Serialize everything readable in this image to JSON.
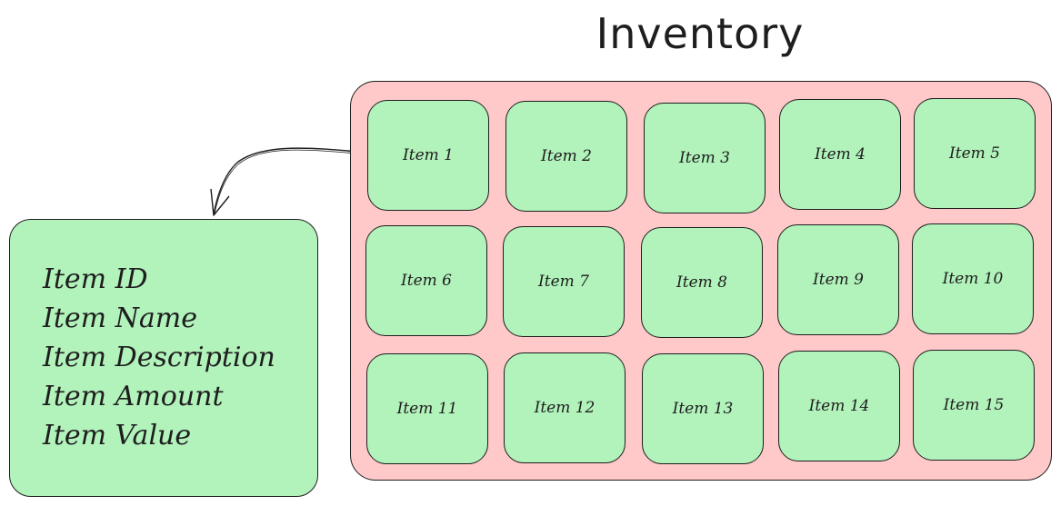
{
  "title": "Inventory",
  "colors": {
    "inventory_background": "#ffc9c9",
    "slot_background": "#b2f2bb",
    "details_background": "#b2f2bb",
    "stroke": "#1e1e1e"
  },
  "inventory": {
    "slots": [
      {
        "label": "Item 1"
      },
      {
        "label": "Item 2"
      },
      {
        "label": "Item 3"
      },
      {
        "label": "Item 4"
      },
      {
        "label": "Item 5"
      },
      {
        "label": "Item 6"
      },
      {
        "label": "Item 7"
      },
      {
        "label": "Item 8"
      },
      {
        "label": "Item 9"
      },
      {
        "label": "Item 10"
      },
      {
        "label": "Item 11"
      },
      {
        "label": "Item 12"
      },
      {
        "label": "Item 13"
      },
      {
        "label": "Item 14"
      },
      {
        "label": "Item 15"
      }
    ]
  },
  "details": {
    "fields": [
      "Item ID",
      "Item Name",
      "Item Description",
      "Item Amount",
      "Item Value"
    ]
  }
}
